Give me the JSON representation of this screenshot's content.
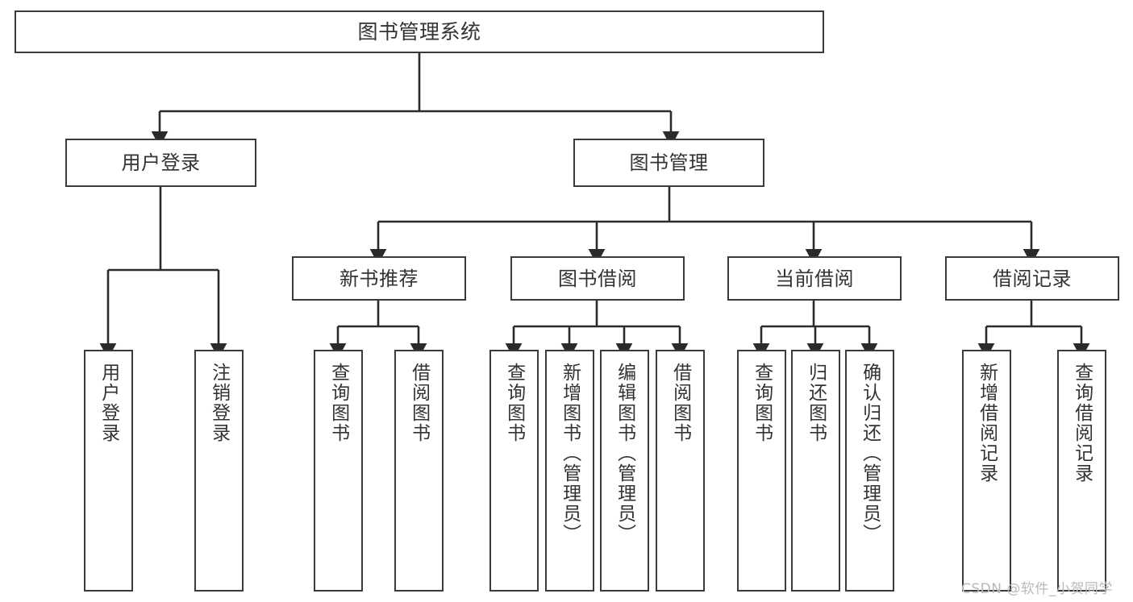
{
  "diagram": {
    "title": "图书管理系统",
    "type": "tree",
    "watermark": "CSDN @软件_小贺同学",
    "colors": {
      "border": "#3a3a3a",
      "text": "#333333",
      "background": "#ffffff",
      "connector": "#2b2b2b",
      "watermark": "#b9b9b9"
    },
    "nodes": {
      "root": {
        "label": "图书管理系统"
      },
      "level2": [
        {
          "id": "user-login",
          "label": "用户登录"
        },
        {
          "id": "book-management",
          "label": "图书管理"
        }
      ],
      "level3": [
        {
          "id": "new-book-recommend",
          "label": "新书推荐"
        },
        {
          "id": "book-borrow",
          "label": "图书借阅"
        },
        {
          "id": "current-borrow",
          "label": "当前借阅"
        },
        {
          "id": "borrow-record",
          "label": "借阅记录"
        }
      ],
      "leaves": {
        "user_login": [
          {
            "id": "leaf-user-login",
            "label": "用户登录"
          },
          {
            "id": "leaf-logout-login",
            "label": "注销登录"
          }
        ],
        "new_book_recommend": [
          {
            "id": "leaf-query-book-1",
            "label": "查询图书"
          },
          {
            "id": "leaf-borrow-book-1",
            "label": "借阅图书"
          }
        ],
        "book_borrow": [
          {
            "id": "leaf-query-book-2",
            "label": "查询图书"
          },
          {
            "id": "leaf-add-book-admin",
            "label": "新增图书（管理员）"
          },
          {
            "id": "leaf-edit-book-admin",
            "label": "编辑图书（管理员）"
          },
          {
            "id": "leaf-borrow-book-2",
            "label": "借阅图书"
          }
        ],
        "current_borrow": [
          {
            "id": "leaf-query-book-3",
            "label": "查询图书"
          },
          {
            "id": "leaf-return-book",
            "label": "归还图书"
          },
          {
            "id": "leaf-confirm-return-admin",
            "label": "确认归还（管理员）"
          }
        ],
        "borrow_record": [
          {
            "id": "leaf-add-borrow-record",
            "label": "新增借阅记录"
          },
          {
            "id": "leaf-query-borrow-record",
            "label": "查询借阅记录"
          }
        ]
      }
    }
  }
}
